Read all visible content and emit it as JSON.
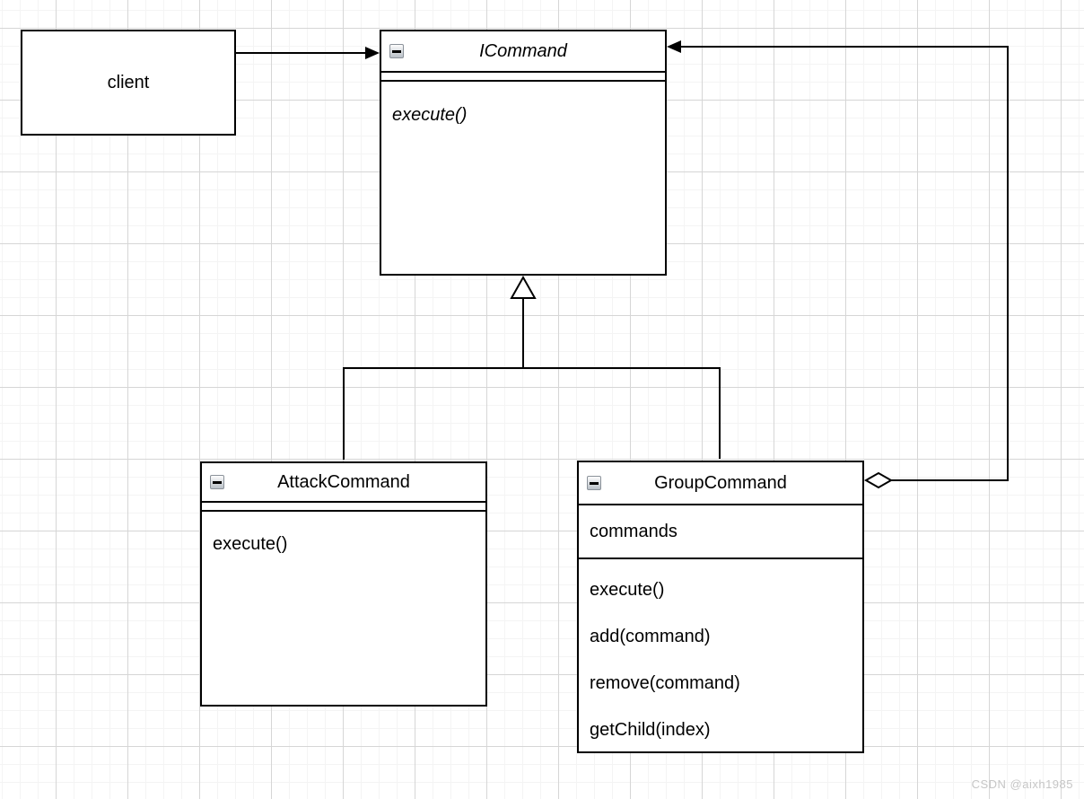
{
  "watermark": "CSDN @aixh1985",
  "icons": {
    "collapse": "minus"
  },
  "colors": {
    "stroke": "#000000",
    "node_fill": "#ffffff",
    "grid_minor": "#f4f4f4",
    "grid_major": "#d6d6d6",
    "watermark": "#c6c6c6"
  },
  "nodes": {
    "client": {
      "label": "client"
    },
    "icommand": {
      "title": "ICommand",
      "abstract": true,
      "attributes": [],
      "methods": [
        "execute()"
      ]
    },
    "attackcommand": {
      "title": "AttackCommand",
      "attributes": [],
      "methods": [
        "execute()"
      ]
    },
    "groupcommand": {
      "title": "GroupCommand",
      "attributes": [
        "commands"
      ],
      "methods": [
        "execute()",
        "add(command)",
        "remove(command)",
        "getChild(index)"
      ]
    }
  },
  "relations": [
    {
      "type": "association",
      "from": "client",
      "to": "ICommand"
    },
    {
      "type": "generalization",
      "from": "AttackCommand",
      "to": "ICommand"
    },
    {
      "type": "generalization",
      "from": "GroupCommand",
      "to": "ICommand"
    },
    {
      "type": "aggregation",
      "from": "GroupCommand",
      "to": "ICommand"
    }
  ]
}
